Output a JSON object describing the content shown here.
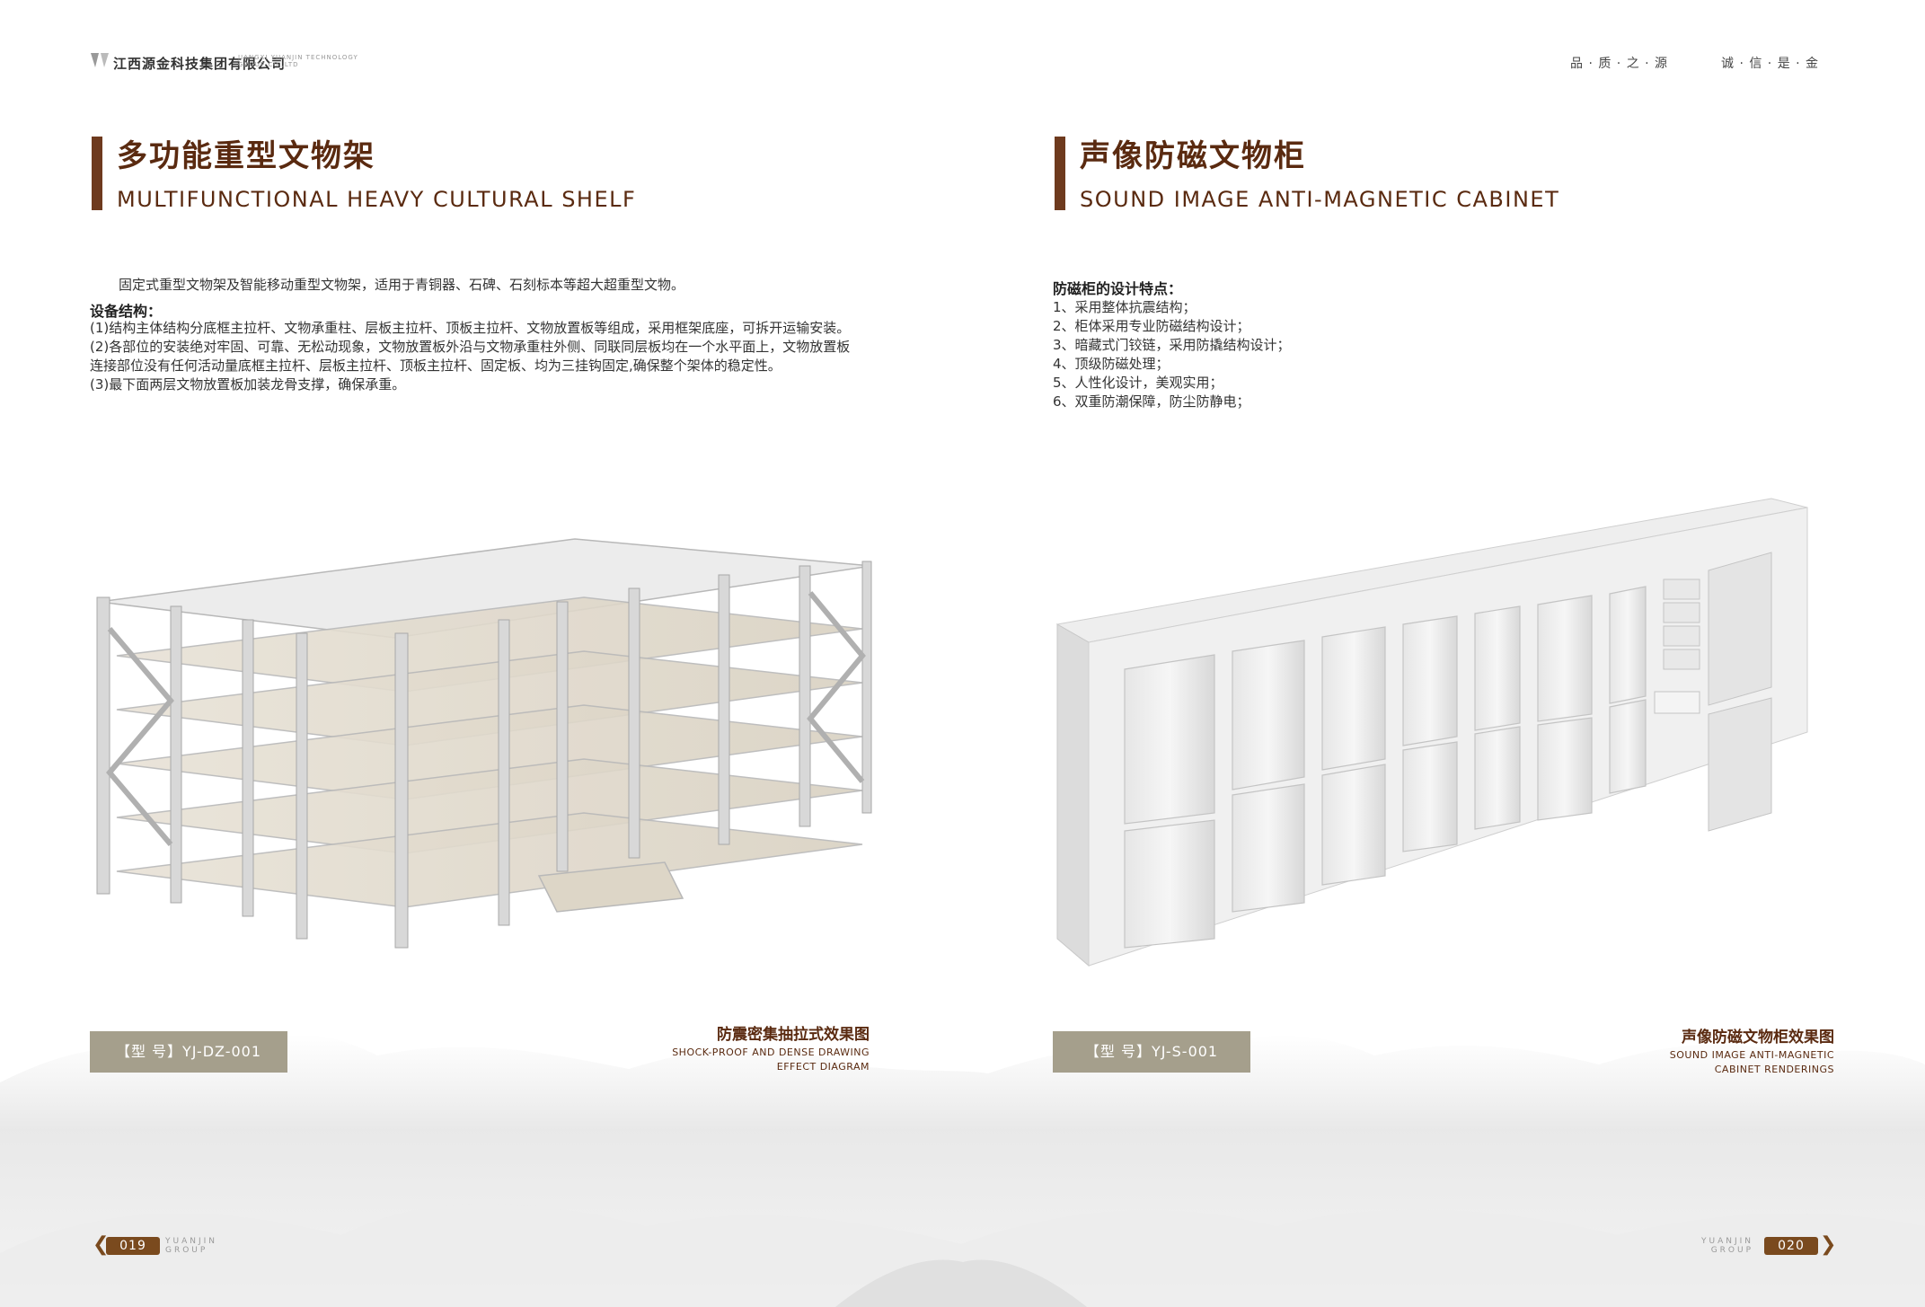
{
  "header": {
    "company_cn": "江西源金科技集团有限公司",
    "company_en_line1": "JIANGXI YUANJIN TECHNOLOGY",
    "company_en_line2": "GROUP CO.,LTD",
    "slogan_left": "品 · 质 · 之 · 源",
    "slogan_right": "诚 · 信 · 是 · 金"
  },
  "left": {
    "title_cn": "多功能重型文物架",
    "title_en": "MULTIFUNCTIONAL HEAVY CULTURAL SHELF",
    "intro": "固定式重型文物架及智能移动重型文物架，适用于青铜器、石碑、石刻标本等超大超重型文物。",
    "structure_heading": "设备结构：",
    "structure_items": [
      "(1)结构主体结构分底框主拉杆、文物承重柱、层板主拉杆、顶板主拉杆、文物放置板等组成，采用框架底座，可拆开运输安装。",
      "(2)各部位的安装绝对牢固、可靠、无松动现象，文物放置板外沿与文物承重柱外侧、同联同层板均在一个水平面上，文物放置板",
      "连接部位没有任何活动量底框主拉杆、层板主拉杆、顶板主拉杆、固定板、均为三挂钩固定,确保整个架体的稳定性。",
      "(3)最下面两层文物放置板加装龙骨支撑，确保承重。"
    ],
    "model": "【型 号】YJ-DZ-001",
    "caption_cn": "防震密集抽拉式效果图",
    "caption_en_line1": "SHOCK-PROOF AND DENSE DRAWING",
    "caption_en_line2": "EFFECT DIAGRAM",
    "page_number": "019",
    "brand_line1": "YUANJIN",
    "brand_line2": "GROUP"
  },
  "right": {
    "title_cn": "声像防磁文物柜",
    "title_en": "SOUND IMAGE ANTI-MAGNETIC CABINET",
    "features_heading": "防磁柜的设计特点：",
    "features": [
      "1、采用整体抗震结构；",
      "2、柜体采用专业防磁结构设计；",
      "3、暗藏式门铰链，采用防撬结构设计；",
      "4、顶级防磁处理；",
      "5、人性化设计，美观实用；",
      "6、双重防潮保障，防尘防静电；"
    ],
    "model": "【型 号】YJ-S-001",
    "caption_cn": "声像防磁文物柜效果图",
    "caption_en_line1": "SOUND IMAGE ANTI-MAGNETIC",
    "caption_en_line2": "CABINET RENDERINGS",
    "page_number": "020",
    "brand_line1": "YUANJIN",
    "brand_line2": "GROUP"
  },
  "colors": {
    "accent_brown": "#6e3a1e",
    "model_box": "#a59f8c",
    "page_badge": "#7a4a1e"
  }
}
